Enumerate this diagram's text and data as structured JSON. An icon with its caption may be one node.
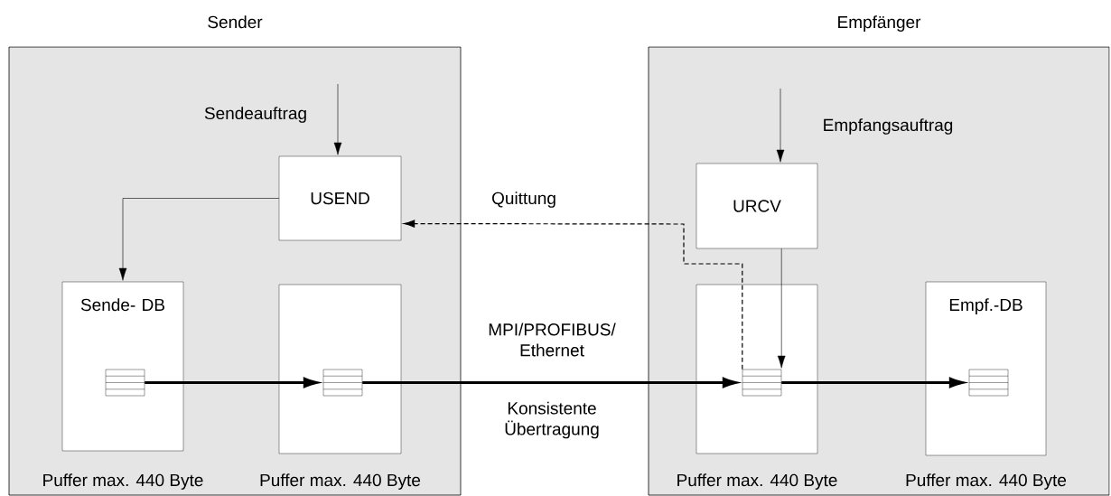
{
  "diagram": {
    "nodes": [
      {
        "text": [
          "Sender"
        ]
      },
      {
        "text": [
          "USEND"
        ],
        "in": 0
      },
      {
        "text": [
          "Sende- DB"
        ],
        "in": 0,
        "beside": [
          "Puffer max. 440 Byte"
        ]
      },
      {
        "text": [],
        "shape": "picture",
        "in": 2
      },
      {
        "text": [],
        "shape": "box",
        "in": 0,
        "beside": [
          "Puffer max. 440 Byte"
        ]
      },
      {
        "text": [],
        "shape": "picture",
        "in": 4
      },
      {
        "text": [
          "Empfänger"
        ]
      },
      {
        "text": [
          "URCV"
        ],
        "in": 6
      },
      {
        "text": [],
        "shape": "box",
        "in": 6,
        "beside": [
          "Puffer max. 440 Byte"
        ]
      },
      {
        "text": [],
        "shape": "picture",
        "in": 8
      },
      {
        "text": [
          "Empf.-DB"
        ],
        "in": 6,
        "beside": [
          "Puffer max. 440 Byte"
        ]
      },
      {
        "text": [],
        "shape": "picture",
        "in": 10
      }
    ],
    "edges": [
      {
        "from": null,
        "to": 1,
        "arrow": "to",
        "label": "Sendeauftrag"
      },
      {
        "from": 1,
        "to": 2,
        "arrow": "to"
      },
      {
        "from": 3,
        "to": 5,
        "arrow": "to",
        "style": "thick"
      },
      {
        "from": 5,
        "to": 9,
        "arrow": "to",
        "style": "thick",
        "label": "MPI/PROFIBUS/ Ethernet"
      },
      {
        "from": 9,
        "to": 11,
        "arrow": "to",
        "style": "thick"
      },
      {
        "from": null,
        "to": 7,
        "arrow": "to",
        "label": "Empfangsauftrag"
      },
      {
        "from": 7,
        "to": 9,
        "arrow": "to"
      },
      {
        "from": 9,
        "to": 1,
        "arrow": "to",
        "style": "dashed",
        "label": "Quittung"
      }
    ],
    "labels": [
      "Konsistente Übertragung"
    ]
  }
}
